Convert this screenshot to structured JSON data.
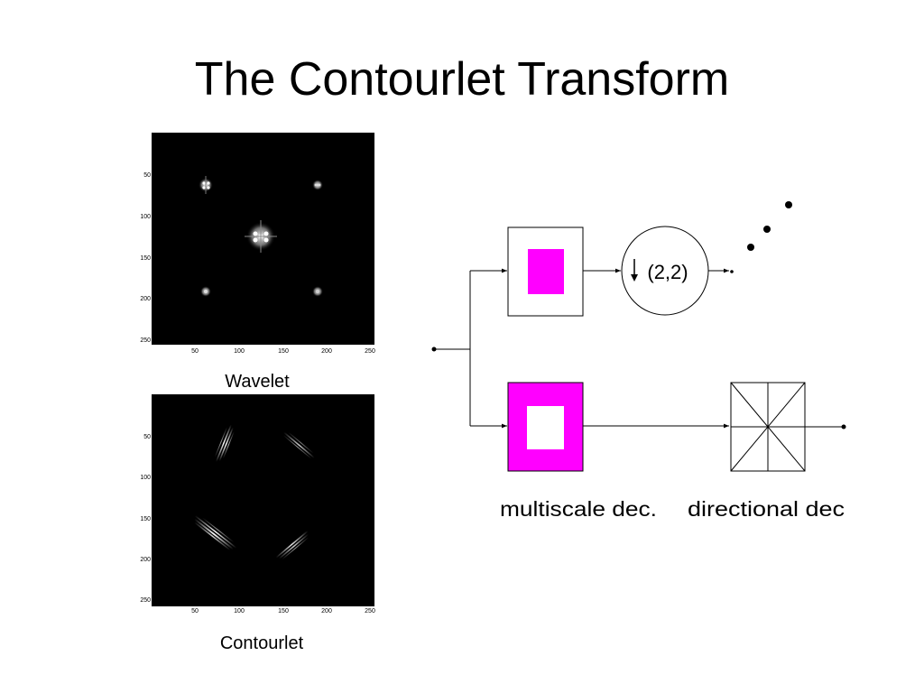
{
  "title": "The Contourlet Transform",
  "plots": [
    {
      "caption": "Wavelet",
      "x_ticks": [
        "50",
        "100",
        "150",
        "200",
        "250"
      ],
      "y_ticks": [
        "50",
        "100",
        "150",
        "200",
        "250"
      ]
    },
    {
      "caption": "Contourlet",
      "x_ticks": [
        "50",
        "100",
        "150",
        "200",
        "250"
      ],
      "y_ticks": [
        "50",
        "100",
        "150",
        "200",
        "250"
      ]
    }
  ],
  "diagram": {
    "downsample_label": "(2,2)",
    "multiscale_label": "multiscale dec.",
    "directional_label": "directional dec",
    "colors": {
      "highlight": "#ff00ff",
      "line": "#000000"
    }
  }
}
